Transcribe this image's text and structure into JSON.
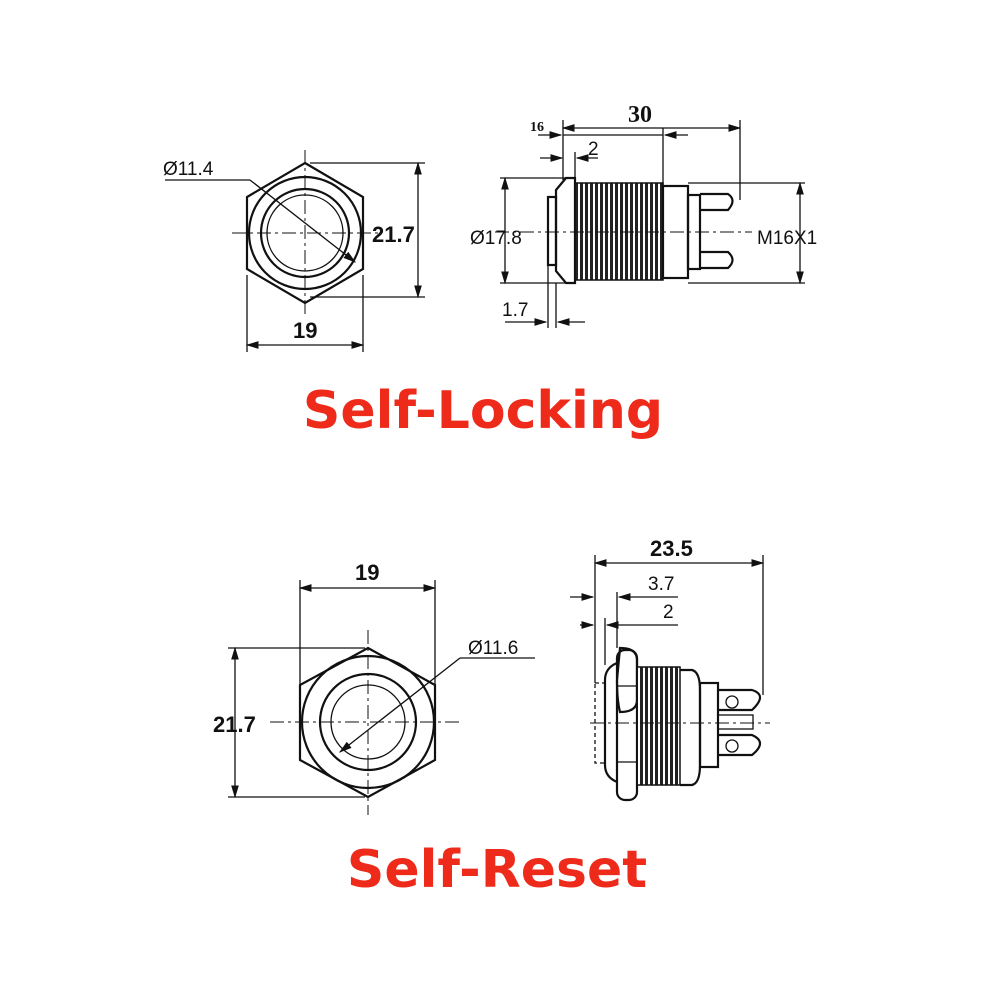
{
  "self_locking": {
    "title": "Self-Locking",
    "front_view": {
      "diameter": "Ø11.4",
      "height": "21.7",
      "width": "19"
    },
    "side_view": {
      "length": "30",
      "pin_offset": "16",
      "bezel": "2",
      "flange_diameter": "Ø17.8",
      "thread": "M16X1",
      "cap": "1.7"
    }
  },
  "self_reset": {
    "title": "Self-Reset",
    "front_view": {
      "width": "19",
      "diameter": "Ø11.6",
      "height": "21.7"
    },
    "side_view": {
      "length": "23.5",
      "head": "3.7",
      "bezel": "2"
    }
  },
  "colors": {
    "label": "#ee2a1a",
    "line": "#111111"
  }
}
